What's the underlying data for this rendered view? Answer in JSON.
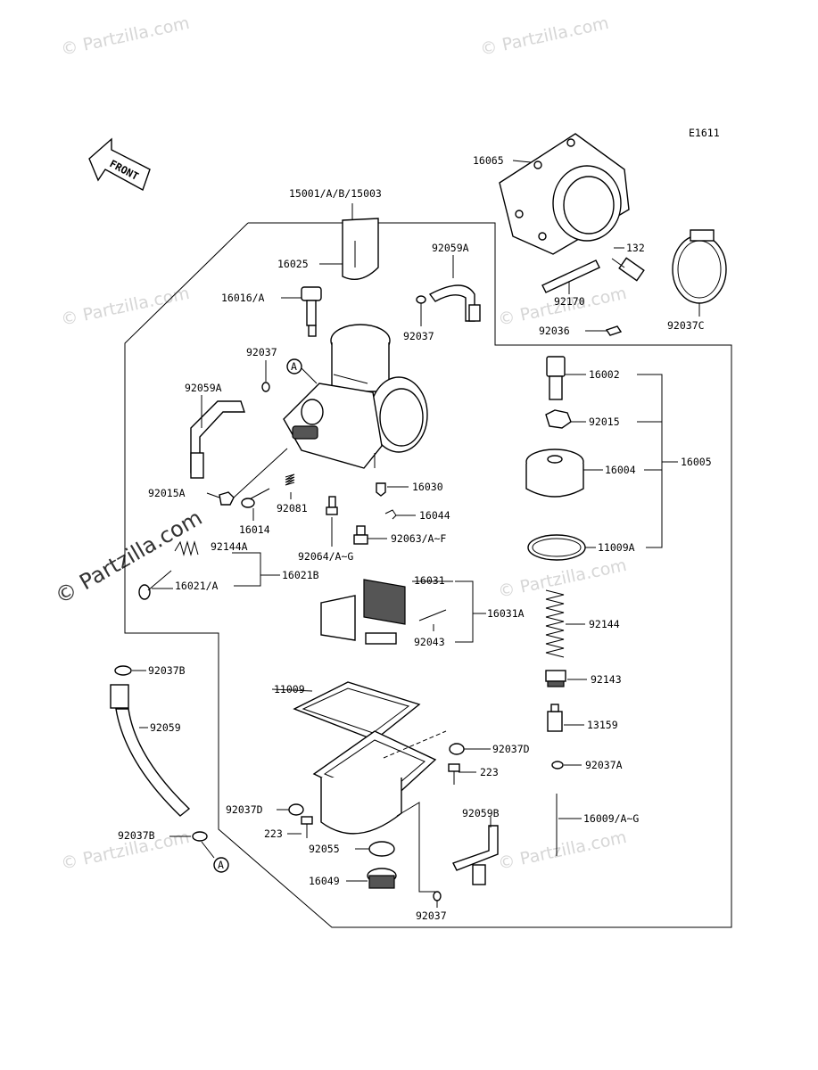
{
  "diagram_code": "E1611",
  "front_label": "FRONT",
  "watermark": "© Partzilla.com",
  "callout_a": "A",
  "labels": {
    "p15001": "15001/A/B/15003",
    "p16065": "16065",
    "p16025": "16025",
    "p92059A_top": "92059A",
    "p132": "132",
    "p16016": "16016/A",
    "p92170": "92170",
    "p92037_top": "92037",
    "p92036": "92036",
    "p92037C": "92037C",
    "p92037_mid": "92037",
    "p16002": "16002",
    "p92059A_left": "92059A",
    "p92015": "92015",
    "p16004": "16004",
    "p16005": "16005",
    "p16030": "16030",
    "p92015A": "92015A",
    "p92081": "92081",
    "p16044": "16044",
    "p16014": "16014",
    "p92063": "92063/A~F",
    "p92144A": "92144A",
    "p92064": "92064/A~G",
    "p11009A": "11009A",
    "p16021": "16021/A",
    "p16021B": "16021B",
    "p16031": "16031",
    "p16031A": "16031A",
    "p92144": "92144",
    "p92043": "92043",
    "p92037B_top": "92037B",
    "p11009": "11009",
    "p92143": "92143",
    "p92059": "92059",
    "p13159": "13159",
    "p92037D_right": "92037D",
    "p223_right": "223",
    "p92037A": "92037A",
    "p92037D_left": "92037D",
    "p92059B": "92059B",
    "p16009": "16009/A~G",
    "p223_left": "223",
    "p92037B_bottom": "92037B",
    "p92055": "92055",
    "p16049": "16049",
    "p92037_bottom": "92037"
  }
}
